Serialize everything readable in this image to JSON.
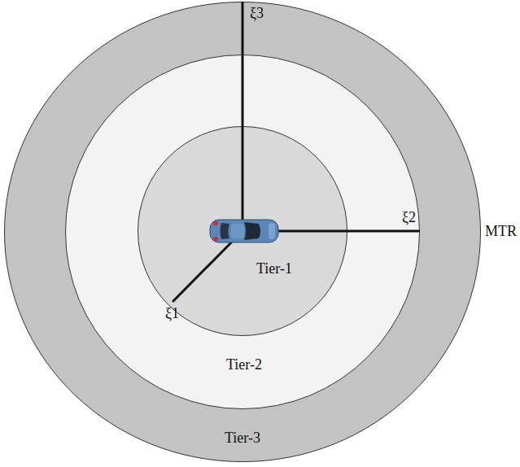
{
  "diagram": {
    "nodes": [
      {
        "text": [
          "Tier-3"
        ]
      },
      {
        "text": [
          "Tier-2"
        ],
        "in": 0
      },
      {
        "text": [
          "Tier-1"
        ],
        "in": 1
      }
    ],
    "labels": [
      "ξ3",
      "ξ2",
      "ξ1",
      "MTR"
    ]
  }
}
